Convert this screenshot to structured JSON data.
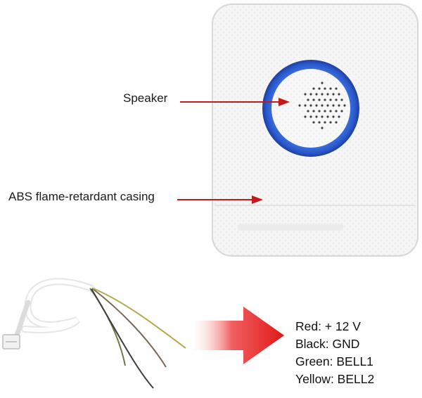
{
  "callouts": {
    "speaker": "Speaker",
    "casing": "ABS flame-retardant casing"
  },
  "wiring": [
    {
      "text": "Red: + 12 V"
    },
    {
      "text": "Black: GND"
    },
    {
      "text": "Green: BELL1"
    },
    {
      "text": "Yellow: BELL2"
    }
  ],
  "colors": {
    "ring": "#2a57c9",
    "arrow": "#c41a1a",
    "big_arrow": "#e01818",
    "casing": "#f4f4f4"
  }
}
